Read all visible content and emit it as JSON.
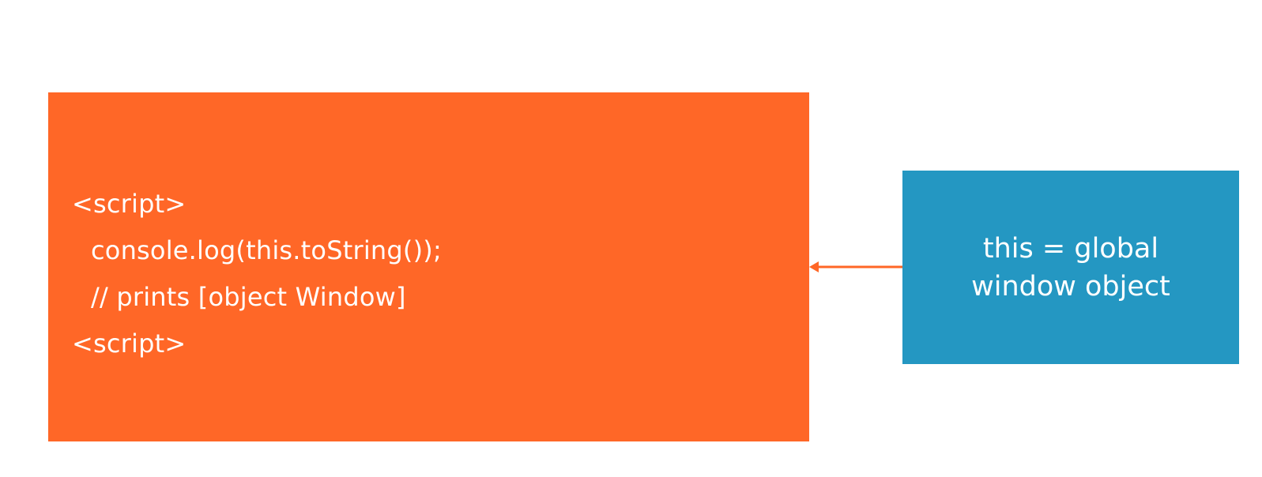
{
  "code_box": {
    "lines": [
      "<script>",
      "console.log(this.toString());",
      "// prints [object Window]",
      "<script>"
    ]
  },
  "note_box": {
    "lines": [
      "this = global",
      "window object"
    ]
  },
  "colors": {
    "code_box_fill": "#ff6727",
    "note_box_fill": "#2497c2",
    "text": "#ffffff",
    "arrow": "#ff6727"
  }
}
